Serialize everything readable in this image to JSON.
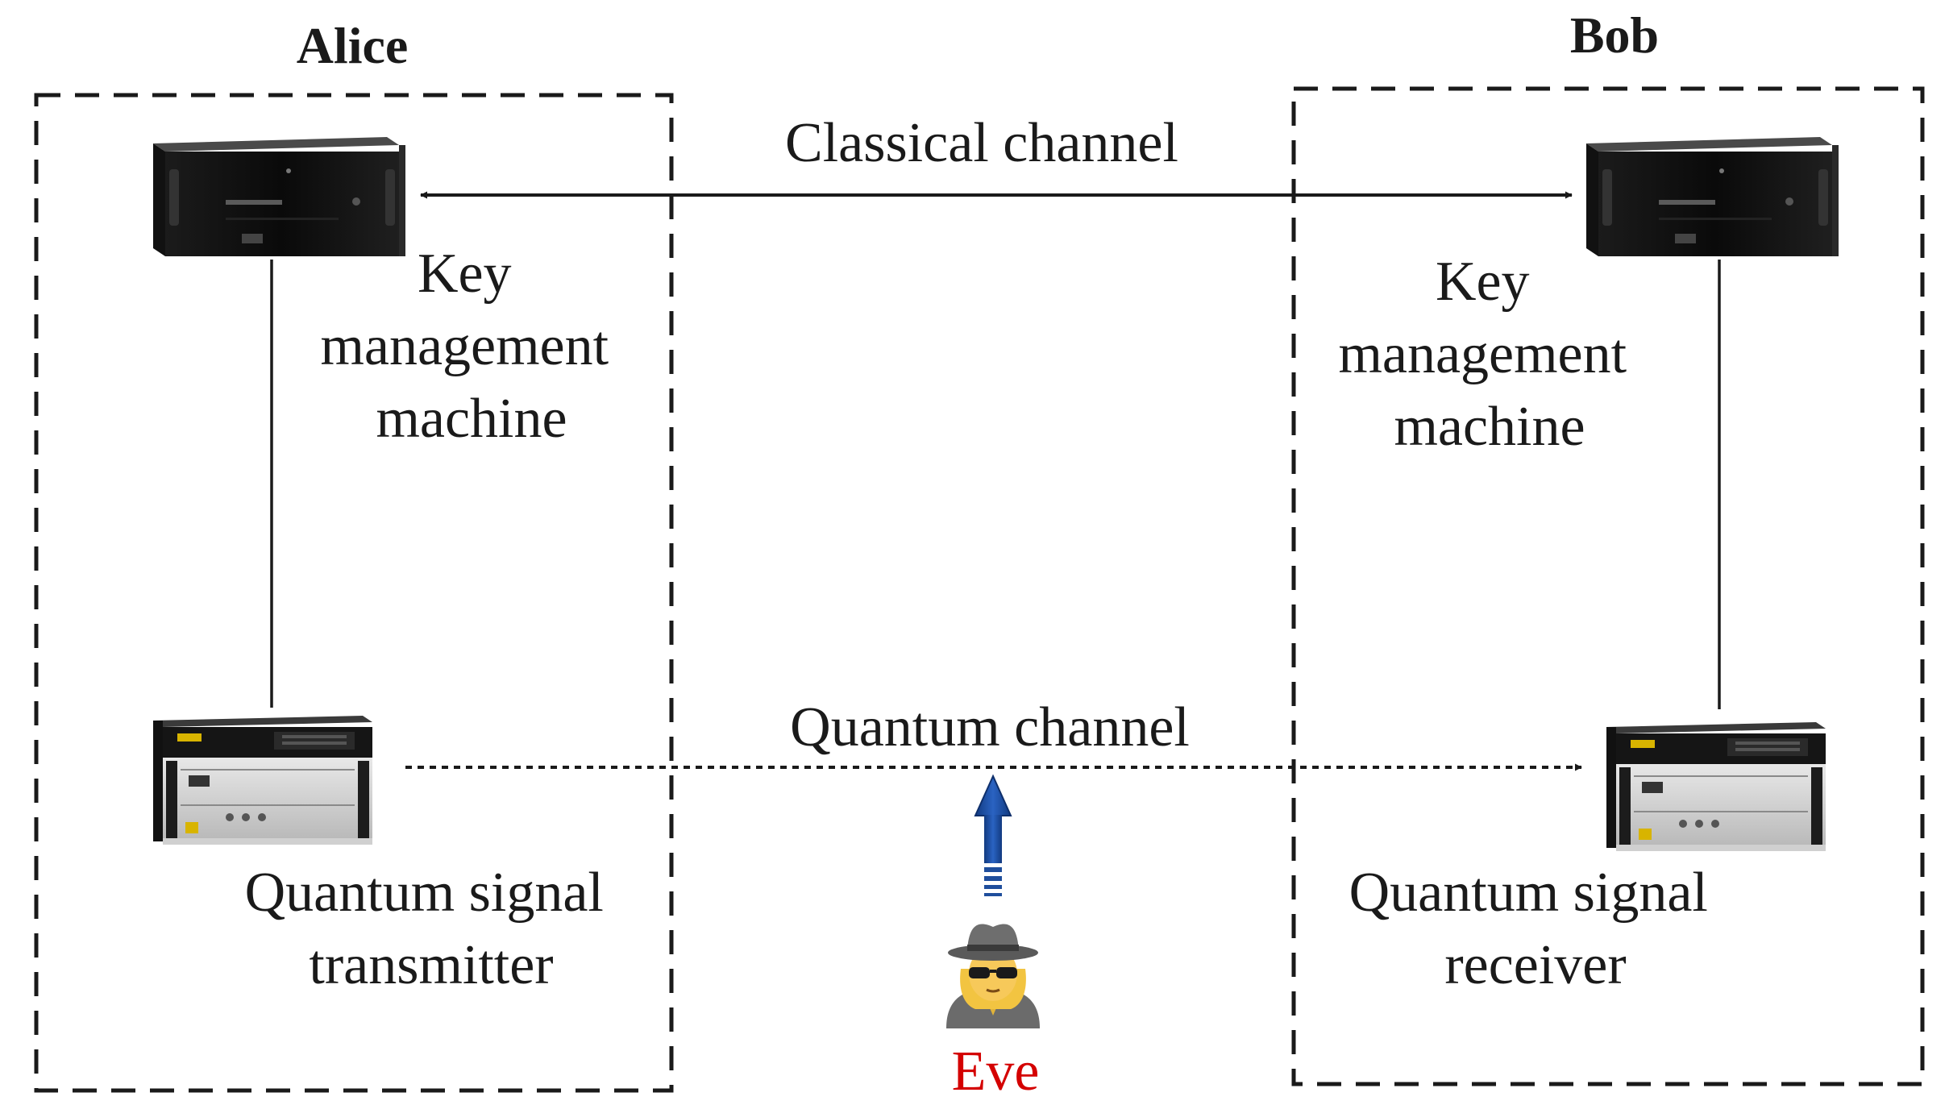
{
  "parties": {
    "alice": "Alice",
    "bob": "Bob"
  },
  "channels": {
    "classical": "Classical channel",
    "quantum": "Quantum channel"
  },
  "alice_devices": {
    "key_machine": [
      "Key",
      "management",
      "machine"
    ],
    "quantum_device": [
      "Quantum signal",
      "transmitter"
    ]
  },
  "bob_devices": {
    "key_machine": [
      "Key",
      "management",
      "machine"
    ],
    "quantum_device": [
      "Quantum signal",
      "receiver"
    ]
  },
  "eve": {
    "label": "Eve",
    "color": "#d40000",
    "icon": "spy-icon",
    "arrow_color": "#1f4e9c"
  }
}
